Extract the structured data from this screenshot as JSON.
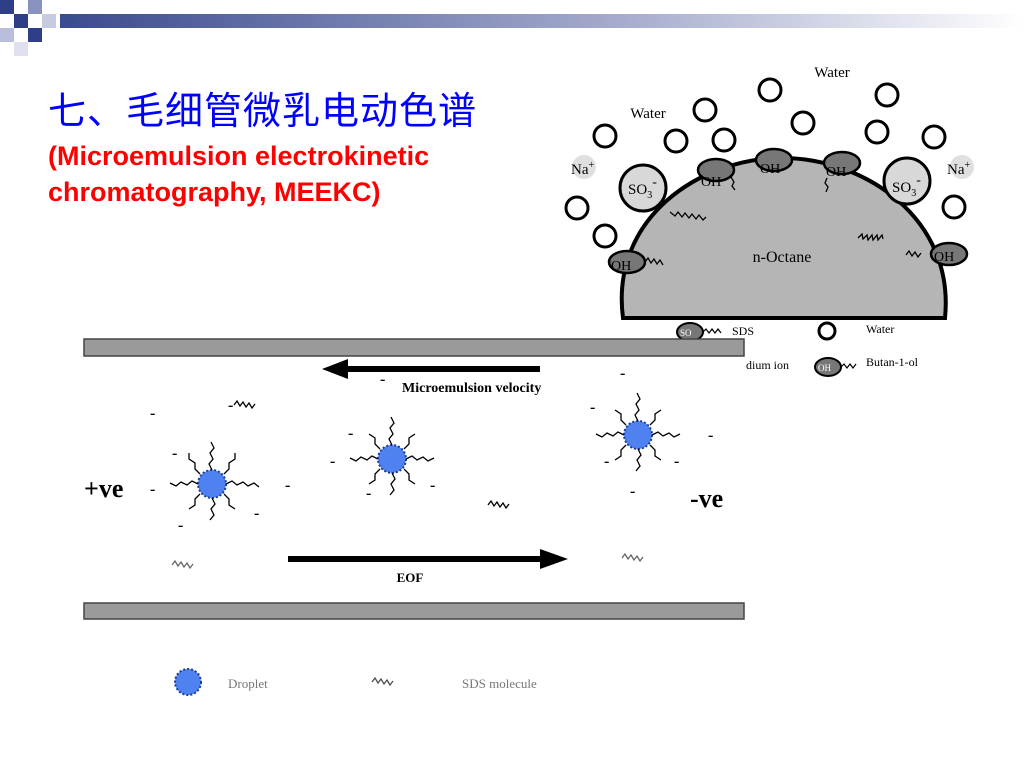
{
  "slide": {
    "title_cn": "七、毛细管微乳电动色谱",
    "title_en_line1": "(Microemulsion electrokinetic",
    "title_en_line2": "chromatography, MEEKC)"
  },
  "droplet_diagram": {
    "water_top": "Water",
    "water_left": "Water",
    "na_left": "Na",
    "na_right": "Na",
    "plus_sign": "+",
    "so3": "SO",
    "so3_sub": "3",
    "minus": "-",
    "oh": "OH",
    "core": "n-Octane",
    "legend": {
      "sds_chip": "SO",
      "sds": "SDS",
      "water": "Water",
      "sodium": "dium ion",
      "oh_chip": "OH",
      "butanol": "Butan-1-ol"
    }
  },
  "capillary_diagram": {
    "microemulsion_velocity": "Microemulsion velocity",
    "positive_electrode": "+ve",
    "negative_electrode": "-ve",
    "eof": "EOF",
    "legend_droplet": "Droplet",
    "legend_surfactant": "SDS molecule",
    "minus": "-"
  },
  "colors": {
    "title_cn": "#0000ff",
    "title_en": "#ff0000",
    "droplet": "#4f82f0",
    "octane": "#b5b5b5",
    "wall": "#9a9a9a"
  }
}
